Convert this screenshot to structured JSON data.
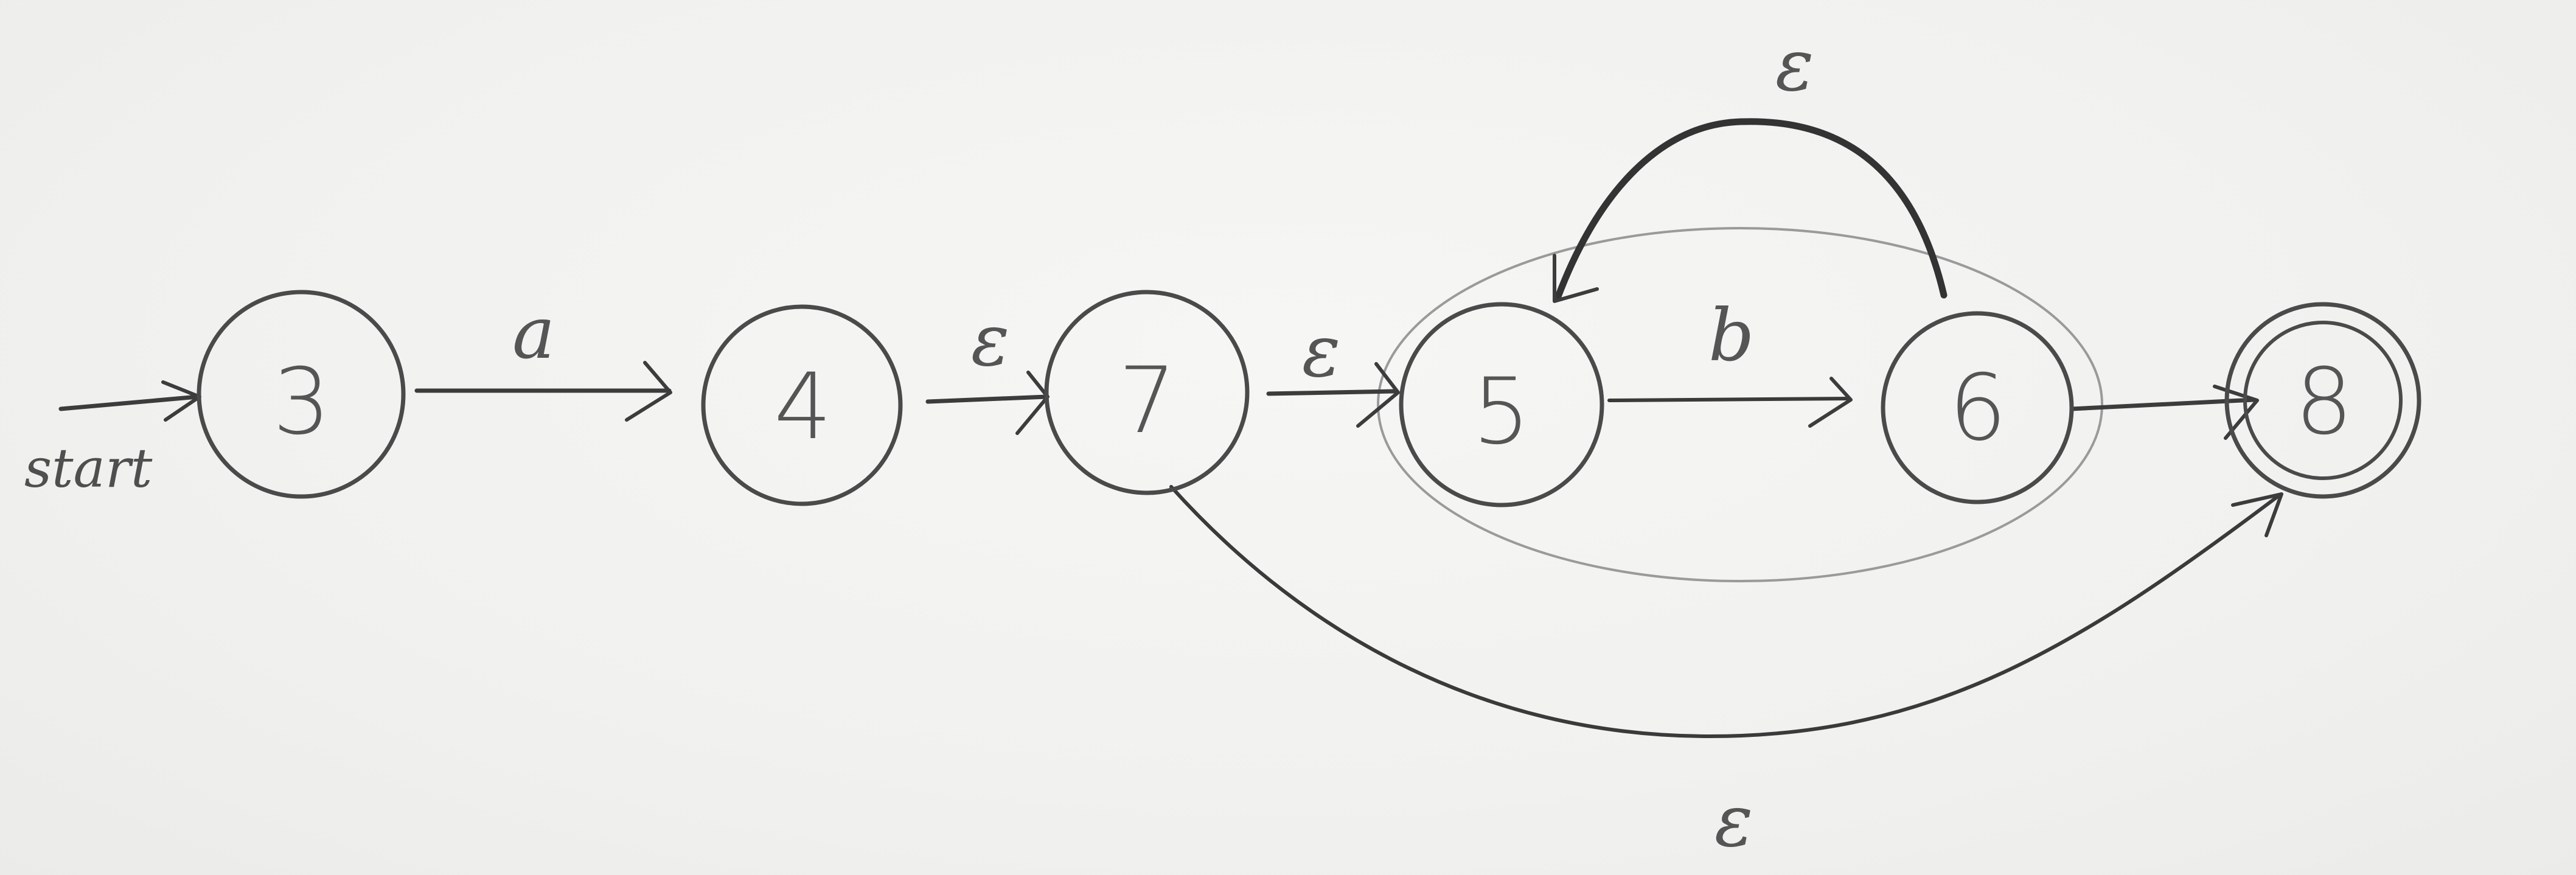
{
  "diagram": {
    "start_label": "start",
    "states": [
      {
        "id": "3",
        "label": "3",
        "accepting": false
      },
      {
        "id": "4",
        "label": "4",
        "accepting": false
      },
      {
        "id": "7",
        "label": "7",
        "accepting": false
      },
      {
        "id": "5",
        "label": "5",
        "accepting": false
      },
      {
        "id": "6",
        "label": "6",
        "accepting": false
      },
      {
        "id": "8",
        "label": "8",
        "accepting": true
      }
    ],
    "transitions": [
      {
        "from": "3",
        "to": "4",
        "label": "a"
      },
      {
        "from": "4",
        "to": "7",
        "label": "ε"
      },
      {
        "from": "7",
        "to": "5",
        "label": "ε"
      },
      {
        "from": "5",
        "to": "6",
        "label": "b"
      },
      {
        "from": "6",
        "to": "5",
        "label": "ε"
      },
      {
        "from": "6",
        "to": "8",
        "label": ""
      },
      {
        "from": "7",
        "to": "8",
        "label": "ε"
      }
    ],
    "colors": {
      "ink": "#3c3c3c",
      "paper": "#f3f3f1",
      "group_outline": "#9a9a9a"
    }
  }
}
